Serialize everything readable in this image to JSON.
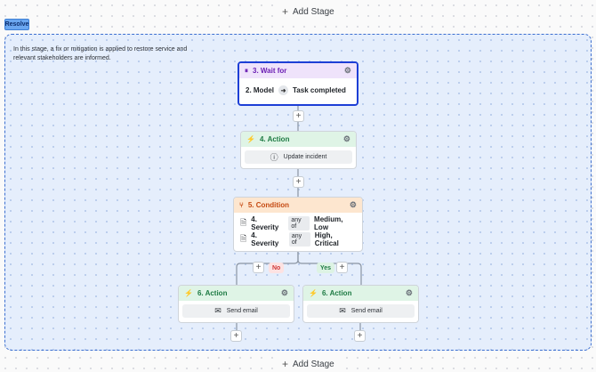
{
  "add_stage_label": "Add Stage",
  "stage": {
    "tag": "Resolve",
    "description": "In this stage, a fix or mitigation is applied to restore service and relevant stakeholders are informed."
  },
  "wait_node": {
    "title": "3. Wait for",
    "source": "2. Model",
    "target": "Task completed"
  },
  "action_node_4": {
    "title": "4. Action",
    "button": "Update incident"
  },
  "condition_node": {
    "title": "5. Condition",
    "rules": [
      {
        "field": "4. Severity",
        "operator": "any of",
        "value": "Medium, Low"
      },
      {
        "field": "4. Severity",
        "operator": "any of",
        "value": "High, Critical"
      }
    ]
  },
  "branches": {
    "no": "No",
    "yes": "Yes"
  },
  "action_node_6_left": {
    "title": "6. Action",
    "button": "Send email"
  },
  "action_node_6_right": {
    "title": "6. Action",
    "button": "Send email"
  },
  "colors": {
    "selected_border": "#1d3fd6",
    "action": "#1d7a43",
    "wait": "#6b1fb3",
    "condition": "#c54a12",
    "stage_tag": "#6ba7f0"
  }
}
